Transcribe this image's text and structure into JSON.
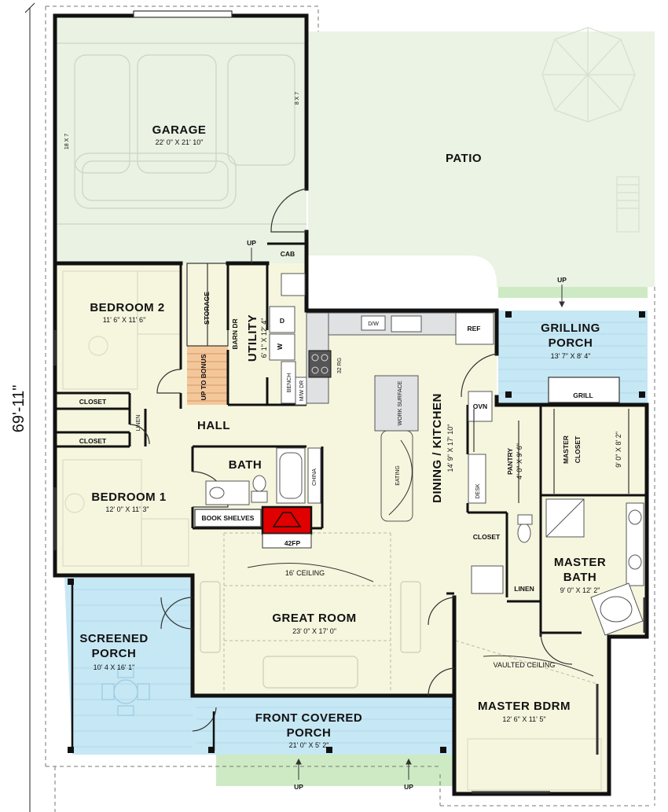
{
  "plan": {
    "overall_dimension": "69'-11\"",
    "colors": {
      "interior": "#f6f6df",
      "garage": "#e9f2e3",
      "patio": "#eaf3e4",
      "porch": "#c6e7f4",
      "stairs": "#f4c79b",
      "fireplace": "#e00000",
      "wall": "#111111"
    },
    "rooms": {
      "garage": {
        "name": "GARAGE",
        "dims": "22' 0\" X 21' 10\""
      },
      "patio": {
        "name": "PATIO"
      },
      "bedroom2": {
        "name": "BEDROOM 2",
        "dims": "11' 6\" X 11' 6\""
      },
      "utility": {
        "name": "UTILITY",
        "dims": "6' 1\" X 12' 4\""
      },
      "grilling_porch": {
        "name_line1": "GRILLING",
        "name_line2": "PORCH",
        "dims": "13' 7\" X 8' 4\""
      },
      "dining_kitchen": {
        "name": "DINING / KITCHEN",
        "dims": "14' 9\" X 17' 10\""
      },
      "hall": {
        "name": "HALL"
      },
      "bath": {
        "name": "BATH"
      },
      "bedroom1": {
        "name": "BEDROOM 1",
        "dims": "12' 0\" X 11' 3\""
      },
      "pantry": {
        "name": "PANTRY",
        "dims": "4' 0\" X 9' 6\""
      },
      "master_closet": {
        "name_line1": "MASTER",
        "name_line2": "CLOSET",
        "dims": "9' 0\" X 8' 2\""
      },
      "master_bath": {
        "name_line1": "MASTER",
        "name_line2": "BATH",
        "dims": "9' 0\" X 12' 2\""
      },
      "great_room": {
        "name": "GREAT ROOM",
        "dims": "23' 0\" X 17' 0\""
      },
      "screened_porch": {
        "name_line1": "SCREENED",
        "name_line2": "PORCH",
        "dims": "10' 4 X 16' 1\""
      },
      "front_porch": {
        "name_line1": "FRONT COVERED",
        "name_line2": "PORCH",
        "dims": "21' 0\" X 5' 2\""
      },
      "master_bdrm": {
        "name": "MASTER BDRM",
        "dims": "12' 6\" X 11' 5\""
      }
    },
    "labels": {
      "door_left": "18 X 7",
      "door_right": "8 X 7",
      "up": "UP",
      "cab": "CAB",
      "storage": "STORAGE",
      "barn_dr": "BARN DR",
      "up_to_bonus": "UP TO BONUS",
      "closet": "CLOSET",
      "linen": "LINEN",
      "bench": "BENCH",
      "mw_dr": "M/W DR",
      "range": "32 RG",
      "dw": "D/W",
      "ref": "REF",
      "work_surface": "WORK SURFACE",
      "eating": "EATING",
      "ovn": "OVN",
      "desk": "DESK",
      "china": "CHINA",
      "book_shelves": "BOOK SHELVES",
      "fireplace": "42FP",
      "ceiling_16": "16' CEILING",
      "vaulted": "VAULTED CEILING",
      "grill": "GRILL",
      "washer": "D",
      "dryer": "W"
    }
  }
}
